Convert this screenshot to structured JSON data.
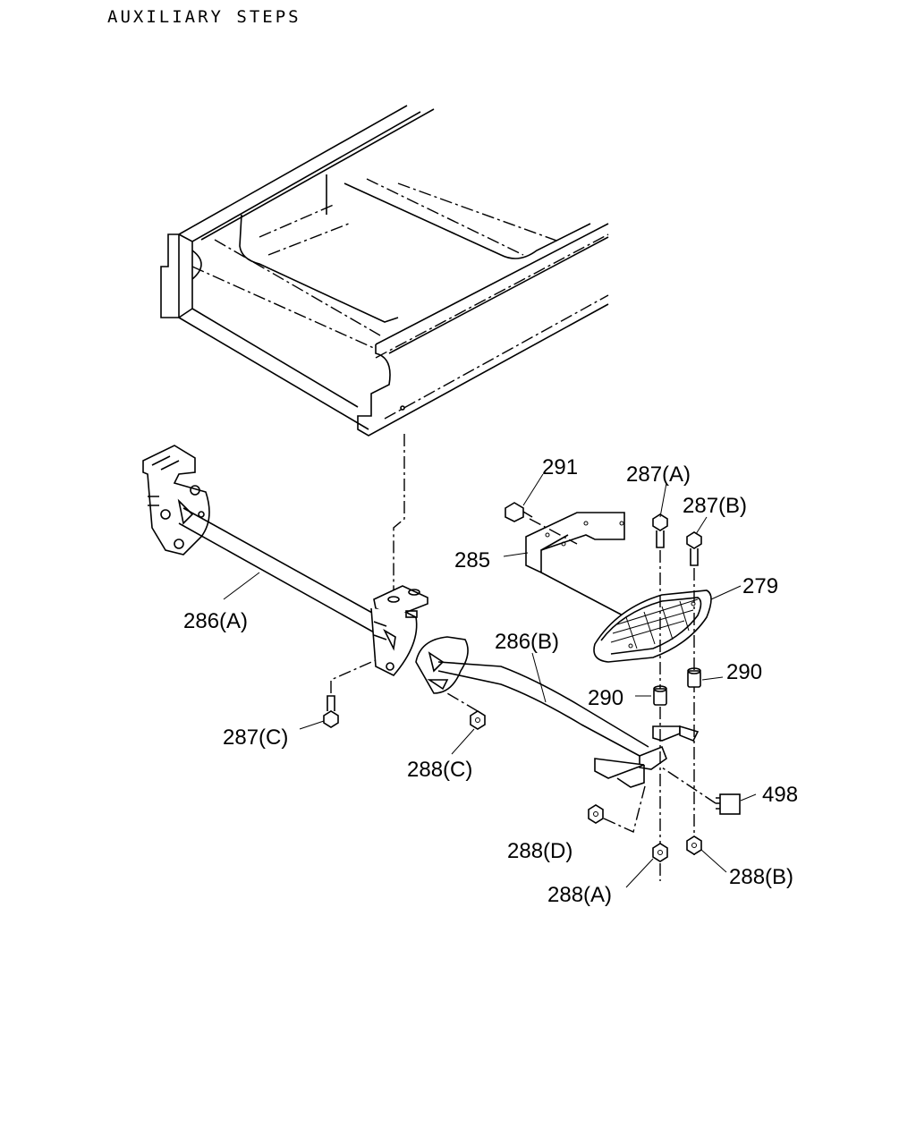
{
  "title": "AUXILIARY STEPS",
  "callouts": {
    "c291": "291",
    "c285": "285",
    "c287A": "287(A)",
    "c287B": "287(B)",
    "c279": "279",
    "c286A": "286(A)",
    "c286B": "286(B)",
    "c290a": "290",
    "c290b": "290",
    "c287C": "287(C)",
    "c288C": "288(C)",
    "c498": "498",
    "c288D": "288(D)",
    "c288A": "288(A)",
    "c288B": "288(B)"
  }
}
